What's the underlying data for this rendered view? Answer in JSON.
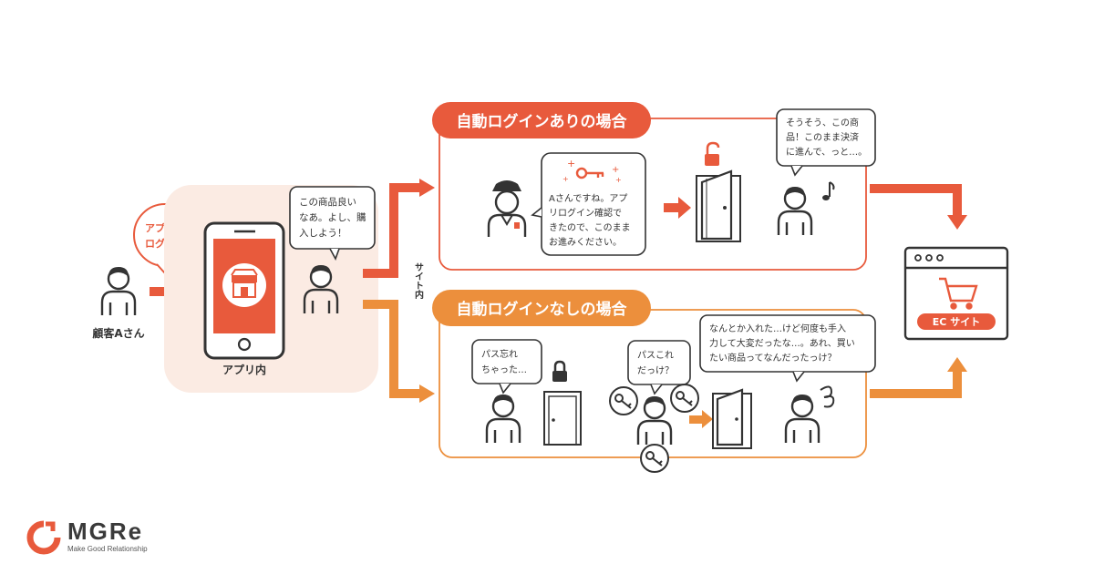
{
  "colors": {
    "red": "#e85a3c",
    "orange": "#ec8f3c",
    "peach_bg": "#fbebe3",
    "ink": "#333333"
  },
  "customer": {
    "label": "顧客Aさん"
  },
  "app_login_bubble": {
    "lines": [
      "アプリに",
      "ログイン"
    ]
  },
  "app_area": {
    "label": "アプリ内"
  },
  "app_user_speech": {
    "lines": [
      "この商品良い",
      "なあ。よし、購",
      "入しよう！"
    ]
  },
  "site_label": "サイト内",
  "auto_login_yes": {
    "title": "自動ログインありの場合",
    "guard_speech": [
      "Aさんですね。アプ",
      "リログイン確認で",
      "きたので、このまま",
      "お進みください。"
    ],
    "user_speech": [
      "そうそう、この商",
      "品！このまま決済",
      "に進んで、っと…。"
    ]
  },
  "auto_login_no": {
    "title": "自動ログインなしの場合",
    "speech_forgot": [
      "パス忘れ",
      "ちゃった…"
    ],
    "speech_which": [
      "パスこれ",
      "だっけ？"
    ],
    "speech_confused": [
      "なんとか入れた…けど何度も手入",
      "力して大変だったな…。あれ、買い",
      "たい商品ってなんだったっけ？"
    ]
  },
  "ec_site": {
    "label": "EC サイト"
  },
  "logo": {
    "word": "MGRe",
    "tagline": "Make Good Relationship"
  },
  "icons": [
    "person-icon",
    "guard-icon",
    "smartphone-icon",
    "store-icon",
    "lock-icon",
    "unlock-icon",
    "key-icon",
    "door-icon",
    "music-note-icon",
    "cart-icon",
    "browser-icon",
    "confused-icon"
  ]
}
